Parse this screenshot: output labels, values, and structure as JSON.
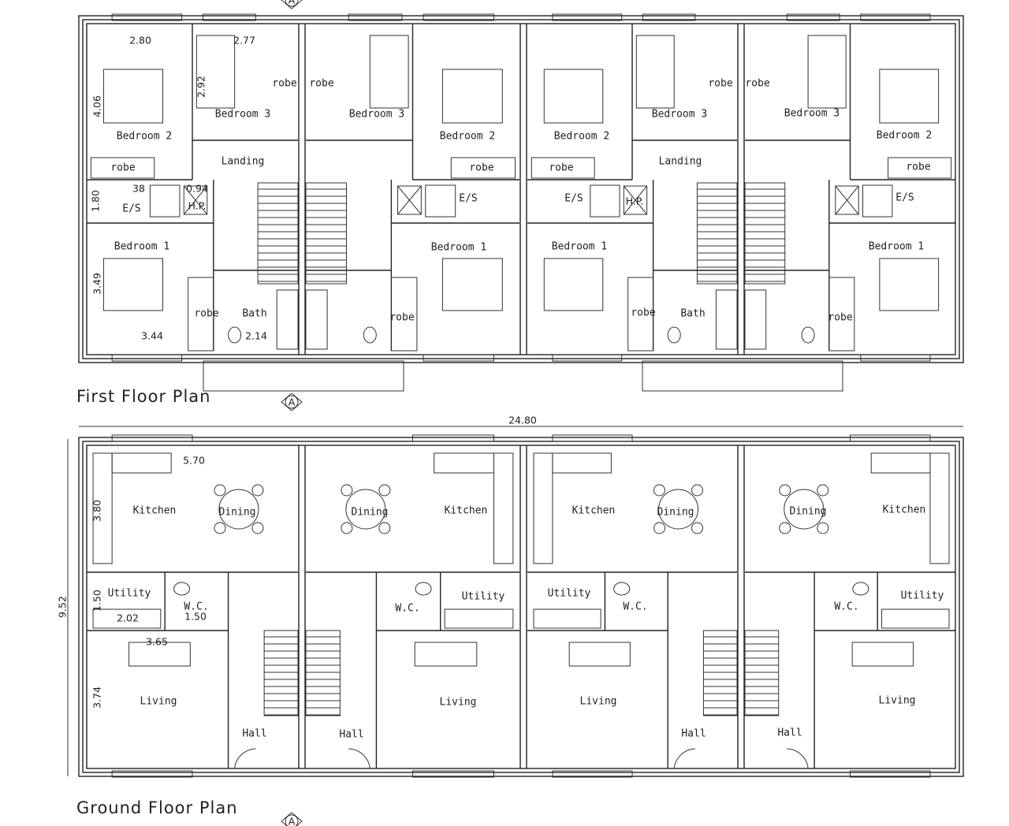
{
  "titles": {
    "first_floor": "First Floor Plan",
    "ground_floor": "Ground Floor Plan"
  },
  "section_marker": "A",
  "overall_dims": {
    "width": "24.80",
    "depth": "9.52"
  },
  "first_floor": {
    "unit1": {
      "dim_b2_w": "2.80",
      "dim_b3_w": "2.77",
      "b2": "Bedroom 2",
      "b3": "Bedroom 3",
      "robe_b3": "robe",
      "dim_b2_d": "4.06",
      "dim_b3_d": "2.92",
      "landing": "Landing",
      "robe_b2": "robe",
      "dim_es_w": "38",
      "dim_hp_w": "0.94",
      "es": "E/S",
      "dim_es_d": "1.80",
      "hp": "H.P.",
      "b1": "Bedroom 1",
      "dim_b1_d": "3.49",
      "robe_b1": "robe",
      "bath": "Bath",
      "dim_bath_w": "2.14",
      "dim_b1_w": "3.44"
    },
    "unit2": {
      "robe_b3": "robe",
      "b3": "Bedroom 3",
      "b2": "Bedroom 2",
      "robe_b2": "robe",
      "es": "E/S",
      "b1": "Bedroom 1",
      "robe_b1": "robe"
    },
    "unit3": {
      "b2": "Bedroom 2",
      "b3": "Bedroom 3",
      "robe_b3": "robe",
      "landing": "Landing",
      "robe_b2": "robe",
      "es": "E/S",
      "hp": "H.P.",
      "b1": "Bedroom 1",
      "robe_b1": "robe",
      "bath": "Bath"
    },
    "unit4": {
      "robe_b3": "robe",
      "b3": "Bedroom 3",
      "b2": "Bedroom 2",
      "robe_b2": "robe",
      "es": "E/S",
      "b1": "Bedroom 1",
      "robe_b1": "robe"
    }
  },
  "ground_floor": {
    "unit1": {
      "dim_k_w": "5.70",
      "dim_k_d": "3.80",
      "kitchen": "Kitchen",
      "dining": "Dining",
      "utility": "Utility",
      "dim_u_d": "1.50",
      "dim_u_w": "2.02",
      "wc": "W.C.",
      "dim_wc_w": "1.50",
      "dim_l_w": "3.65",
      "dim_l_d": "3.74",
      "living": "Living",
      "hall": "Hall"
    },
    "unit2": {
      "dining": "Dining",
      "kitchen": "Kitchen",
      "wc": "W.C.",
      "utility": "Utility",
      "living": "Living",
      "hall": "Hall"
    },
    "unit3": {
      "kitchen": "Kitchen",
      "dining": "Dining",
      "utility": "Utility",
      "wc": "W.C.",
      "living": "Living",
      "hall": "Hall"
    },
    "unit4": {
      "dining": "Dining",
      "kitchen": "Kitchen",
      "wc": "W.C.",
      "utility": "Utility",
      "living": "Living",
      "hall": "Hall"
    }
  }
}
